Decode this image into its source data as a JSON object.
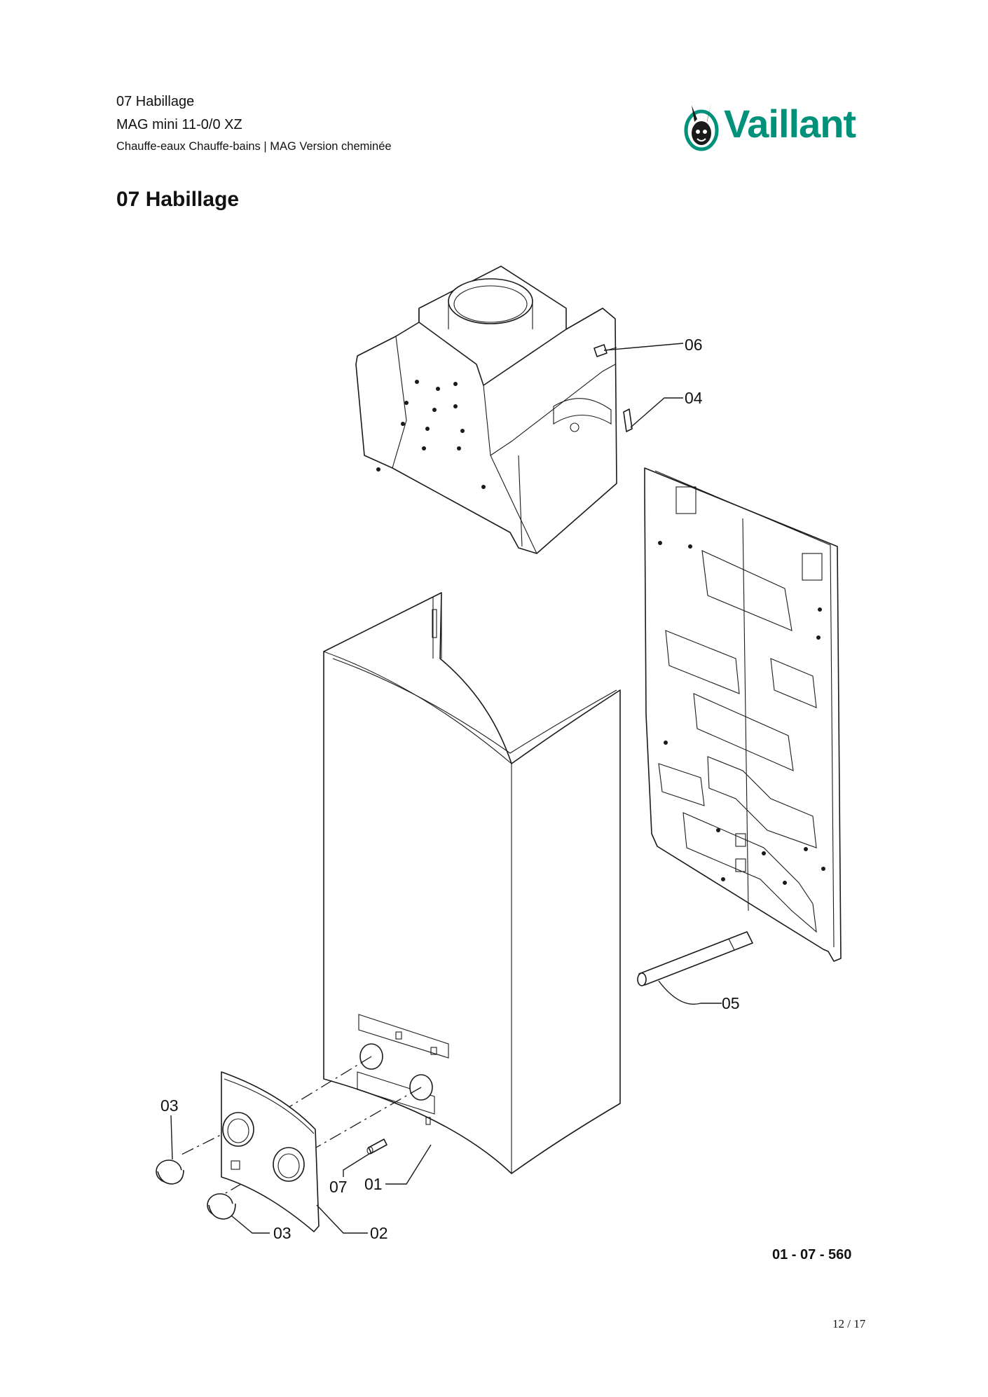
{
  "header": {
    "section_ref": "07 Habillage",
    "model": "MAG mini 11-0/0 XZ",
    "category": "Chauffe-eaux Chauffe-bains | MAG Version cheminée"
  },
  "logo": {
    "text": "Vaillant",
    "color": "#00917a"
  },
  "section_title": "07 Habillage",
  "diagram": {
    "callouts": {
      "c01": "01",
      "c02": "02",
      "c03a": "03",
      "c03b": "03",
      "c04": "04",
      "c05": "05",
      "c06": "06",
      "c07": "07"
    },
    "drawing_ref": "01 - 07 - 560"
  },
  "page_number": "12 / 17"
}
